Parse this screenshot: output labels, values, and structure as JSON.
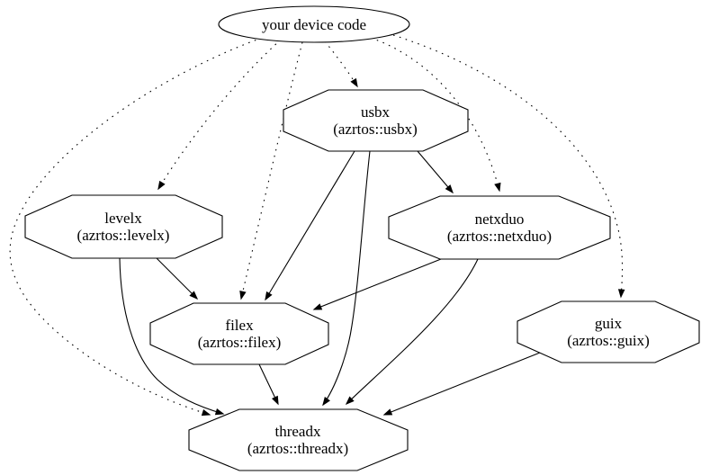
{
  "diagram": {
    "type": "dependency-graph",
    "background_color": "#ffffff",
    "stroke_color": "#000000",
    "text_color": "#000000",
    "nodes": {
      "device": {
        "label": "your device code",
        "shape": "ellipse"
      },
      "usbx": {
        "label": "usbx",
        "sublabel": "(azrtos::usbx)",
        "shape": "octagon"
      },
      "levelx": {
        "label": "levelx",
        "sublabel": "(azrtos::levelx)",
        "shape": "octagon"
      },
      "netxduo": {
        "label": "netxduo",
        "sublabel": "(azrtos::netxduo)",
        "shape": "octagon"
      },
      "filex": {
        "label": "filex",
        "sublabel": "(azrtos::filex)",
        "shape": "octagon"
      },
      "guix": {
        "label": "guix",
        "sublabel": "(azrtos::guix)",
        "shape": "octagon"
      },
      "threadx": {
        "label": "threadx",
        "sublabel": "(azrtos::threadx)",
        "shape": "octagon"
      }
    },
    "edges": [
      {
        "from": "device",
        "to": "usbx",
        "style": "dotted"
      },
      {
        "from": "device",
        "to": "levelx",
        "style": "dotted"
      },
      {
        "from": "device",
        "to": "netxduo",
        "style": "dotted"
      },
      {
        "from": "device",
        "to": "filex",
        "style": "dotted"
      },
      {
        "from": "device",
        "to": "guix",
        "style": "dotted"
      },
      {
        "from": "device",
        "to": "threadx",
        "style": "dotted"
      },
      {
        "from": "usbx",
        "to": "netxduo",
        "style": "solid"
      },
      {
        "from": "usbx",
        "to": "filex",
        "style": "solid"
      },
      {
        "from": "usbx",
        "to": "threadx",
        "style": "solid"
      },
      {
        "from": "levelx",
        "to": "filex",
        "style": "solid"
      },
      {
        "from": "levelx",
        "to": "threadx",
        "style": "solid"
      },
      {
        "from": "netxduo",
        "to": "filex",
        "style": "solid"
      },
      {
        "from": "netxduo",
        "to": "threadx",
        "style": "solid"
      },
      {
        "from": "filex",
        "to": "threadx",
        "style": "solid"
      },
      {
        "from": "guix",
        "to": "threadx",
        "style": "solid"
      }
    ]
  }
}
